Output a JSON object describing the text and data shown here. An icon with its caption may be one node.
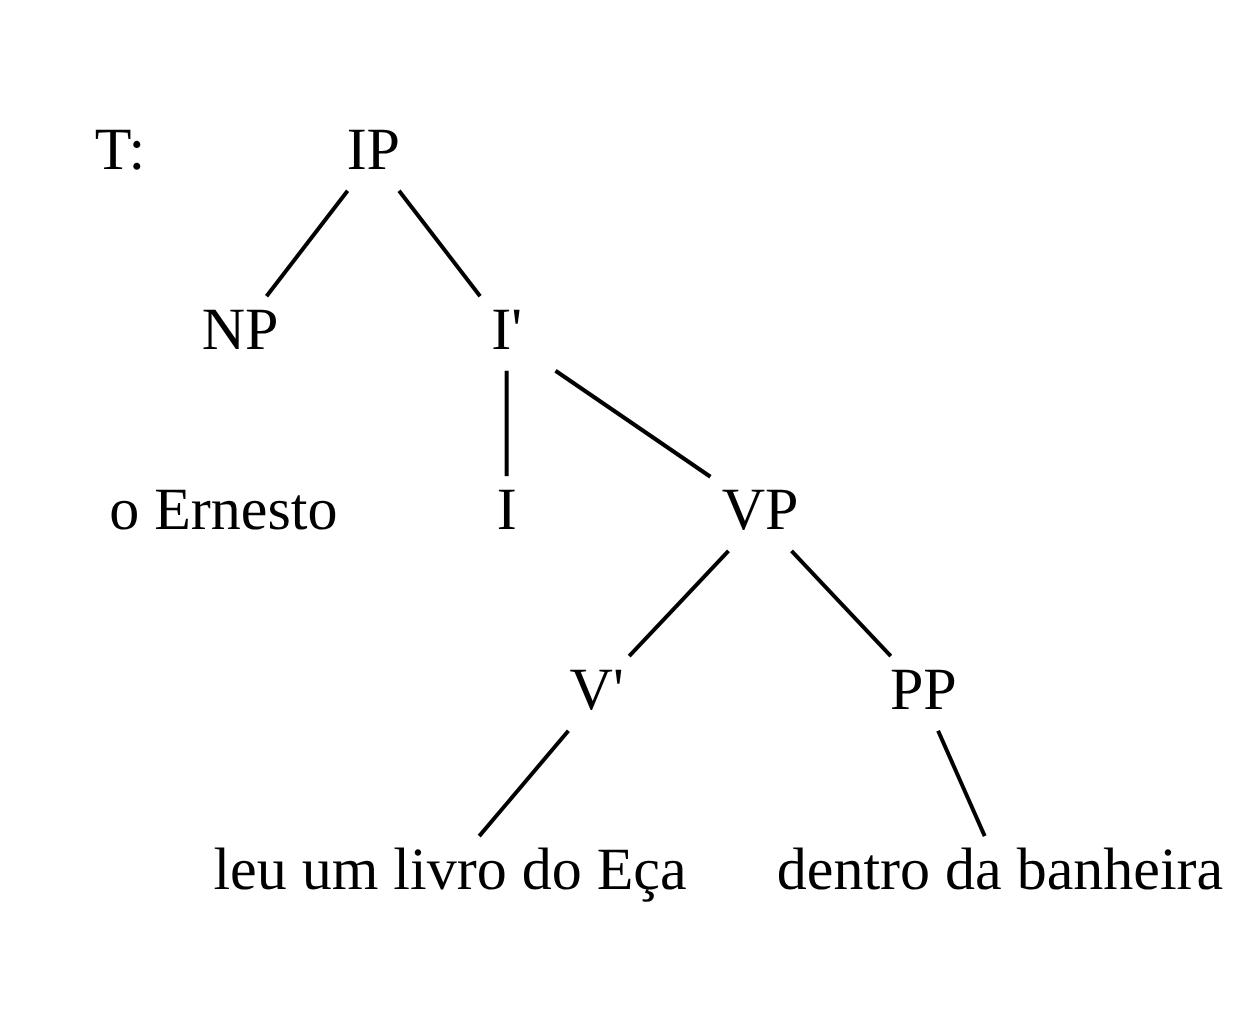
{
  "diagram": {
    "nodes": [
      {
        "text": [
          "IP"
        ]
      },
      {
        "text": [
          "NP"
        ]
      },
      {
        "text": [
          "I'"
        ]
      },
      {
        "text": [
          "I"
        ]
      },
      {
        "text": [
          "VP"
        ]
      },
      {
        "text": [
          "V'"
        ]
      },
      {
        "text": [
          "PP"
        ]
      },
      {
        "text": [
          "leu um livro do Eça"
        ]
      },
      {
        "text": [
          "dentro da banheira"
        ]
      }
    ],
    "edges": [
      {
        "from": 0,
        "to": 1,
        "arrow": "none"
      },
      {
        "from": 0,
        "to": 2,
        "arrow": "none"
      },
      {
        "from": 2,
        "to": 3,
        "arrow": "none"
      },
      {
        "from": 2,
        "to": 4,
        "arrow": "none"
      },
      {
        "from": 4,
        "to": 5,
        "arrow": "none"
      },
      {
        "from": 4,
        "to": 6,
        "arrow": "none"
      },
      {
        "from": 5,
        "to": 7,
        "arrow": "none"
      },
      {
        "from": 6,
        "to": 8,
        "arrow": "none"
      }
    ],
    "labels": [
      "T:",
      "o Ernesto"
    ]
  }
}
